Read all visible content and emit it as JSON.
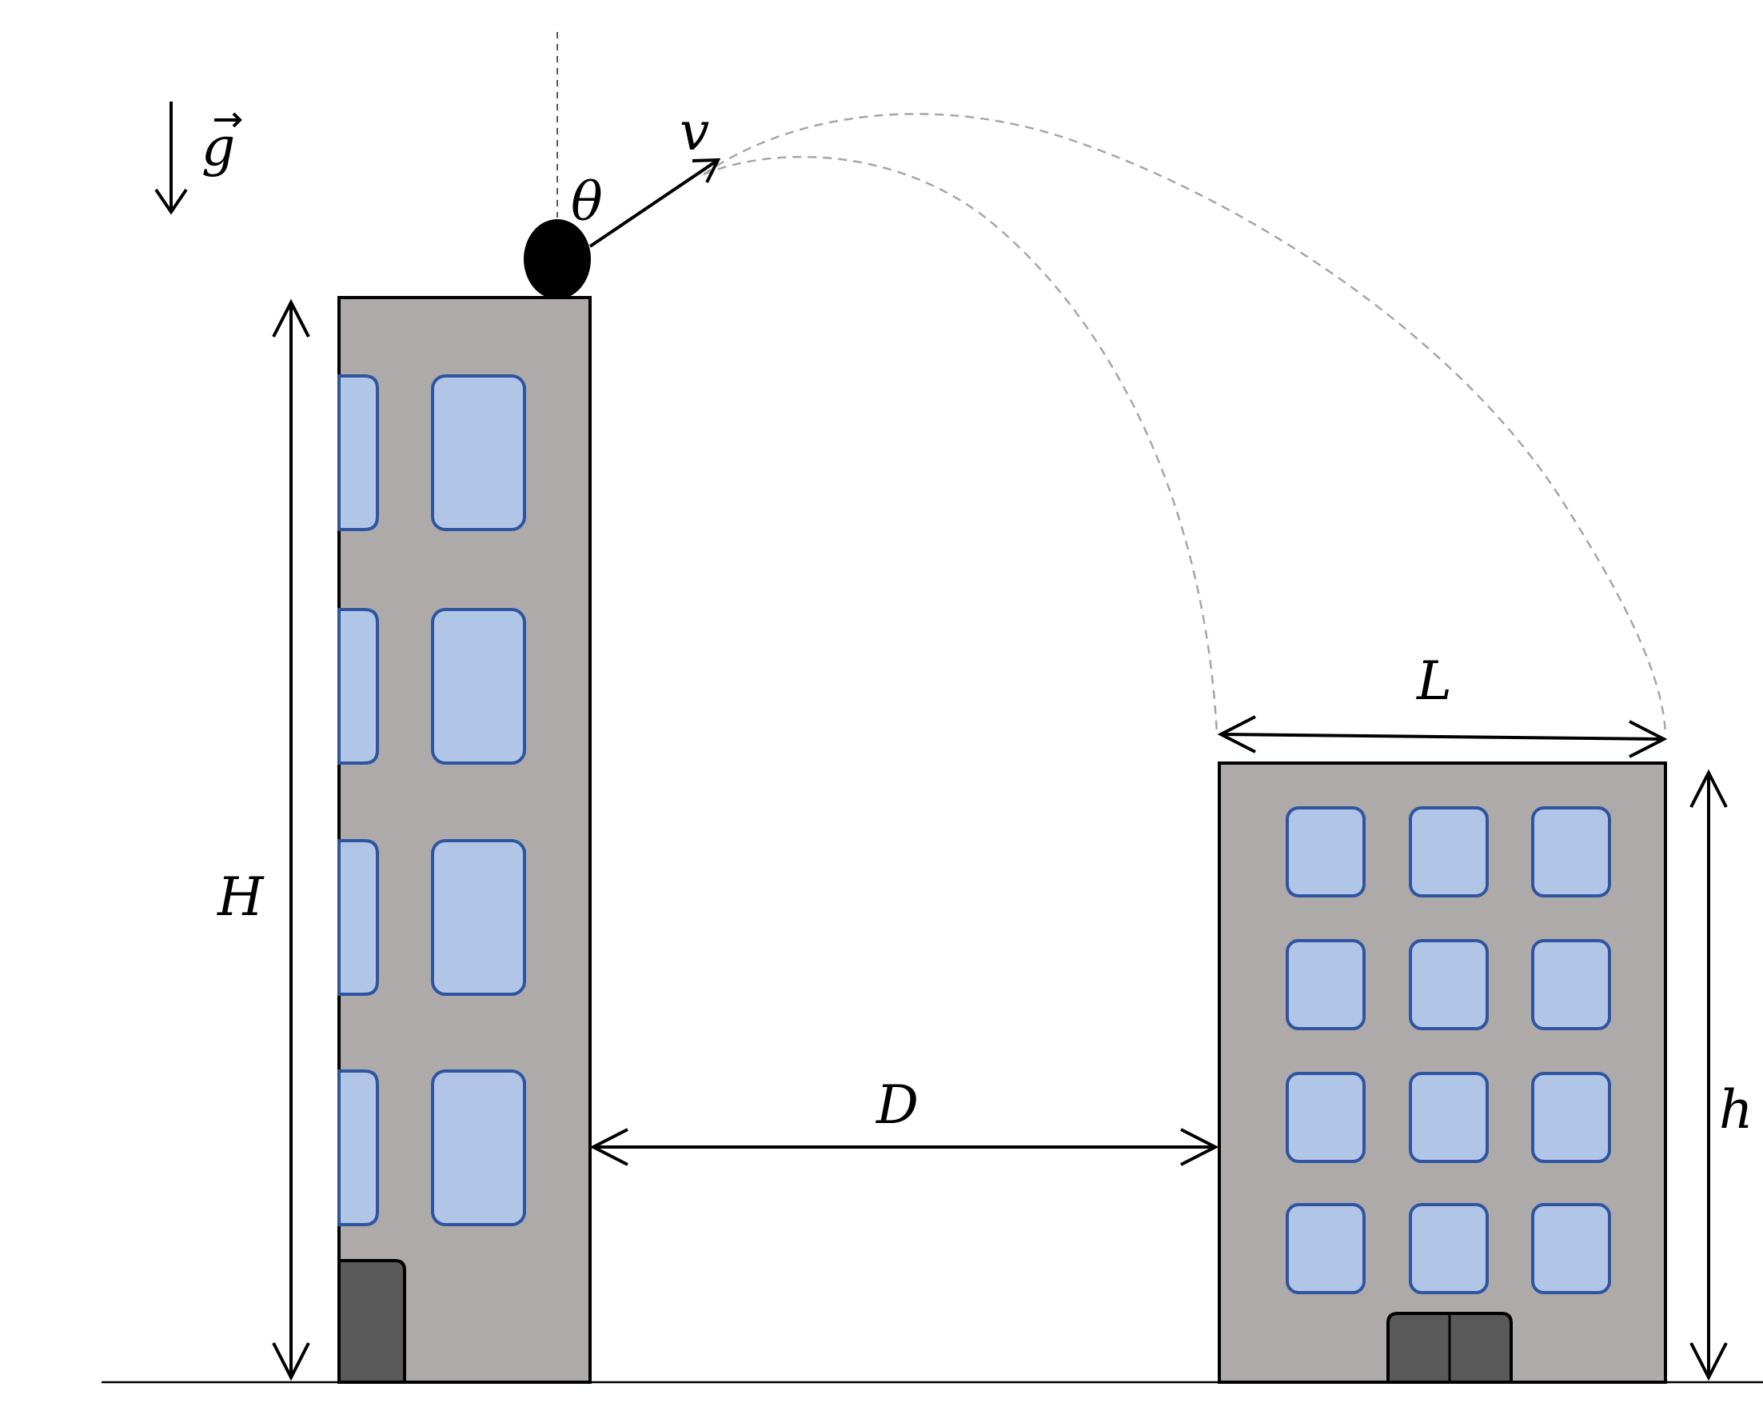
{
  "labels": {
    "gravity": "g",
    "angle": "θ",
    "velocity": "v",
    "tall_height": "H",
    "gap": "D",
    "roof_length": "L",
    "short_height": "h"
  },
  "colors": {
    "building_fill": "#aeaaaa",
    "window_fill": "#b1c6e6",
    "window_stroke": "#2f55a0",
    "door_fill": "#595959",
    "trajectory": "#a6a6a6",
    "ink": "#000000"
  }
}
